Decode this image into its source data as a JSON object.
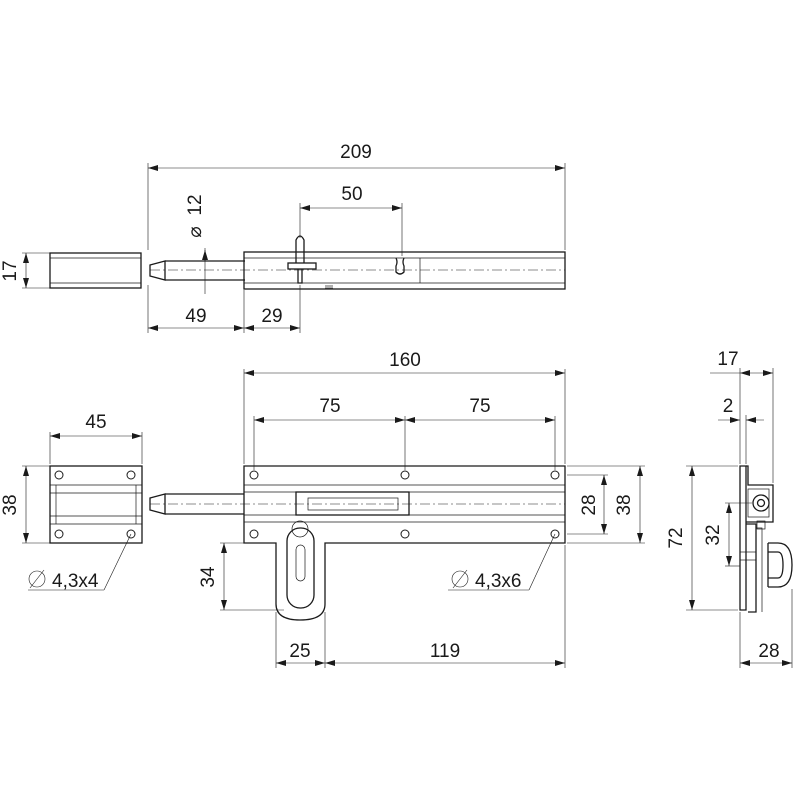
{
  "top_view": {
    "overall_length": "209",
    "knob_spacing": "50",
    "bolt_diameter": "12",
    "keeper_height": "17",
    "bolt_extension": "49",
    "knob_offset": "29"
  },
  "front_view": {
    "plate_length": "160",
    "hole_spacing_left": "75",
    "hole_spacing_right": "75",
    "plate_height_inner": "28",
    "plate_height_outer": "38",
    "handle_drop": "34",
    "handle_width": "25",
    "handle_offset": "119",
    "plate_hole": "4,3x6"
  },
  "keeper_view": {
    "width": "45",
    "height": "38",
    "hole": "4,3x4"
  },
  "side_view": {
    "depth": "17",
    "thickness": "2",
    "height": "72",
    "bolt_height": "32",
    "overall_depth": "28"
  },
  "symbols": {
    "diameter": "⌀"
  }
}
